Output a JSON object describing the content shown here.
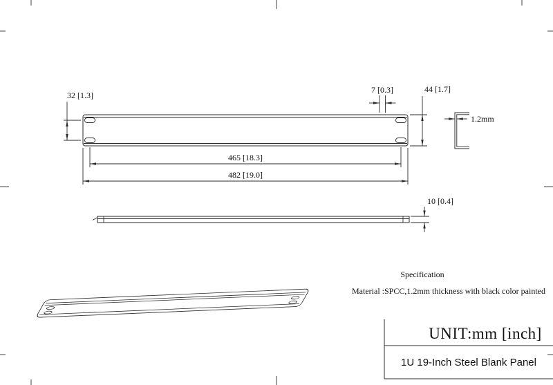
{
  "colors": {
    "line": "#2b2b2b",
    "text": "#111111",
    "background": "#ffffff"
  },
  "dimensions": {
    "slot_vertical_spacing": "32 [1.3]",
    "slot_width": "7 [0.3]",
    "panel_height": "44 [1.7]",
    "hole_spacing": "465 [18.3]",
    "overall_width": "482 [19.0]",
    "thickness": "1.2mm",
    "flange_depth": "10 [0.4]"
  },
  "notes": {
    "spec_heading": "Specification",
    "material": "Material :SPCC,1.2mm thickness with black color painted"
  },
  "title_block": {
    "units": "UNIT:mm [inch]",
    "title": "1U 19-Inch Steel  Blank Panel"
  }
}
